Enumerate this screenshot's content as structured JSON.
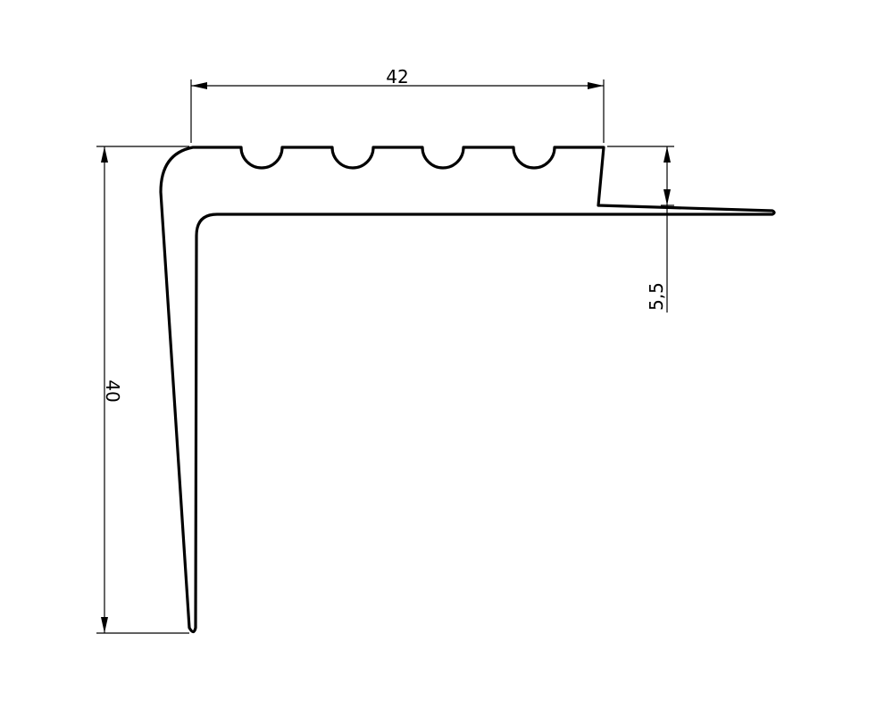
{
  "dimensions": {
    "top_width": "42",
    "height": "40",
    "lip": "5,5"
  },
  "colors": {
    "stroke": "#000000",
    "background": "#ffffff"
  }
}
